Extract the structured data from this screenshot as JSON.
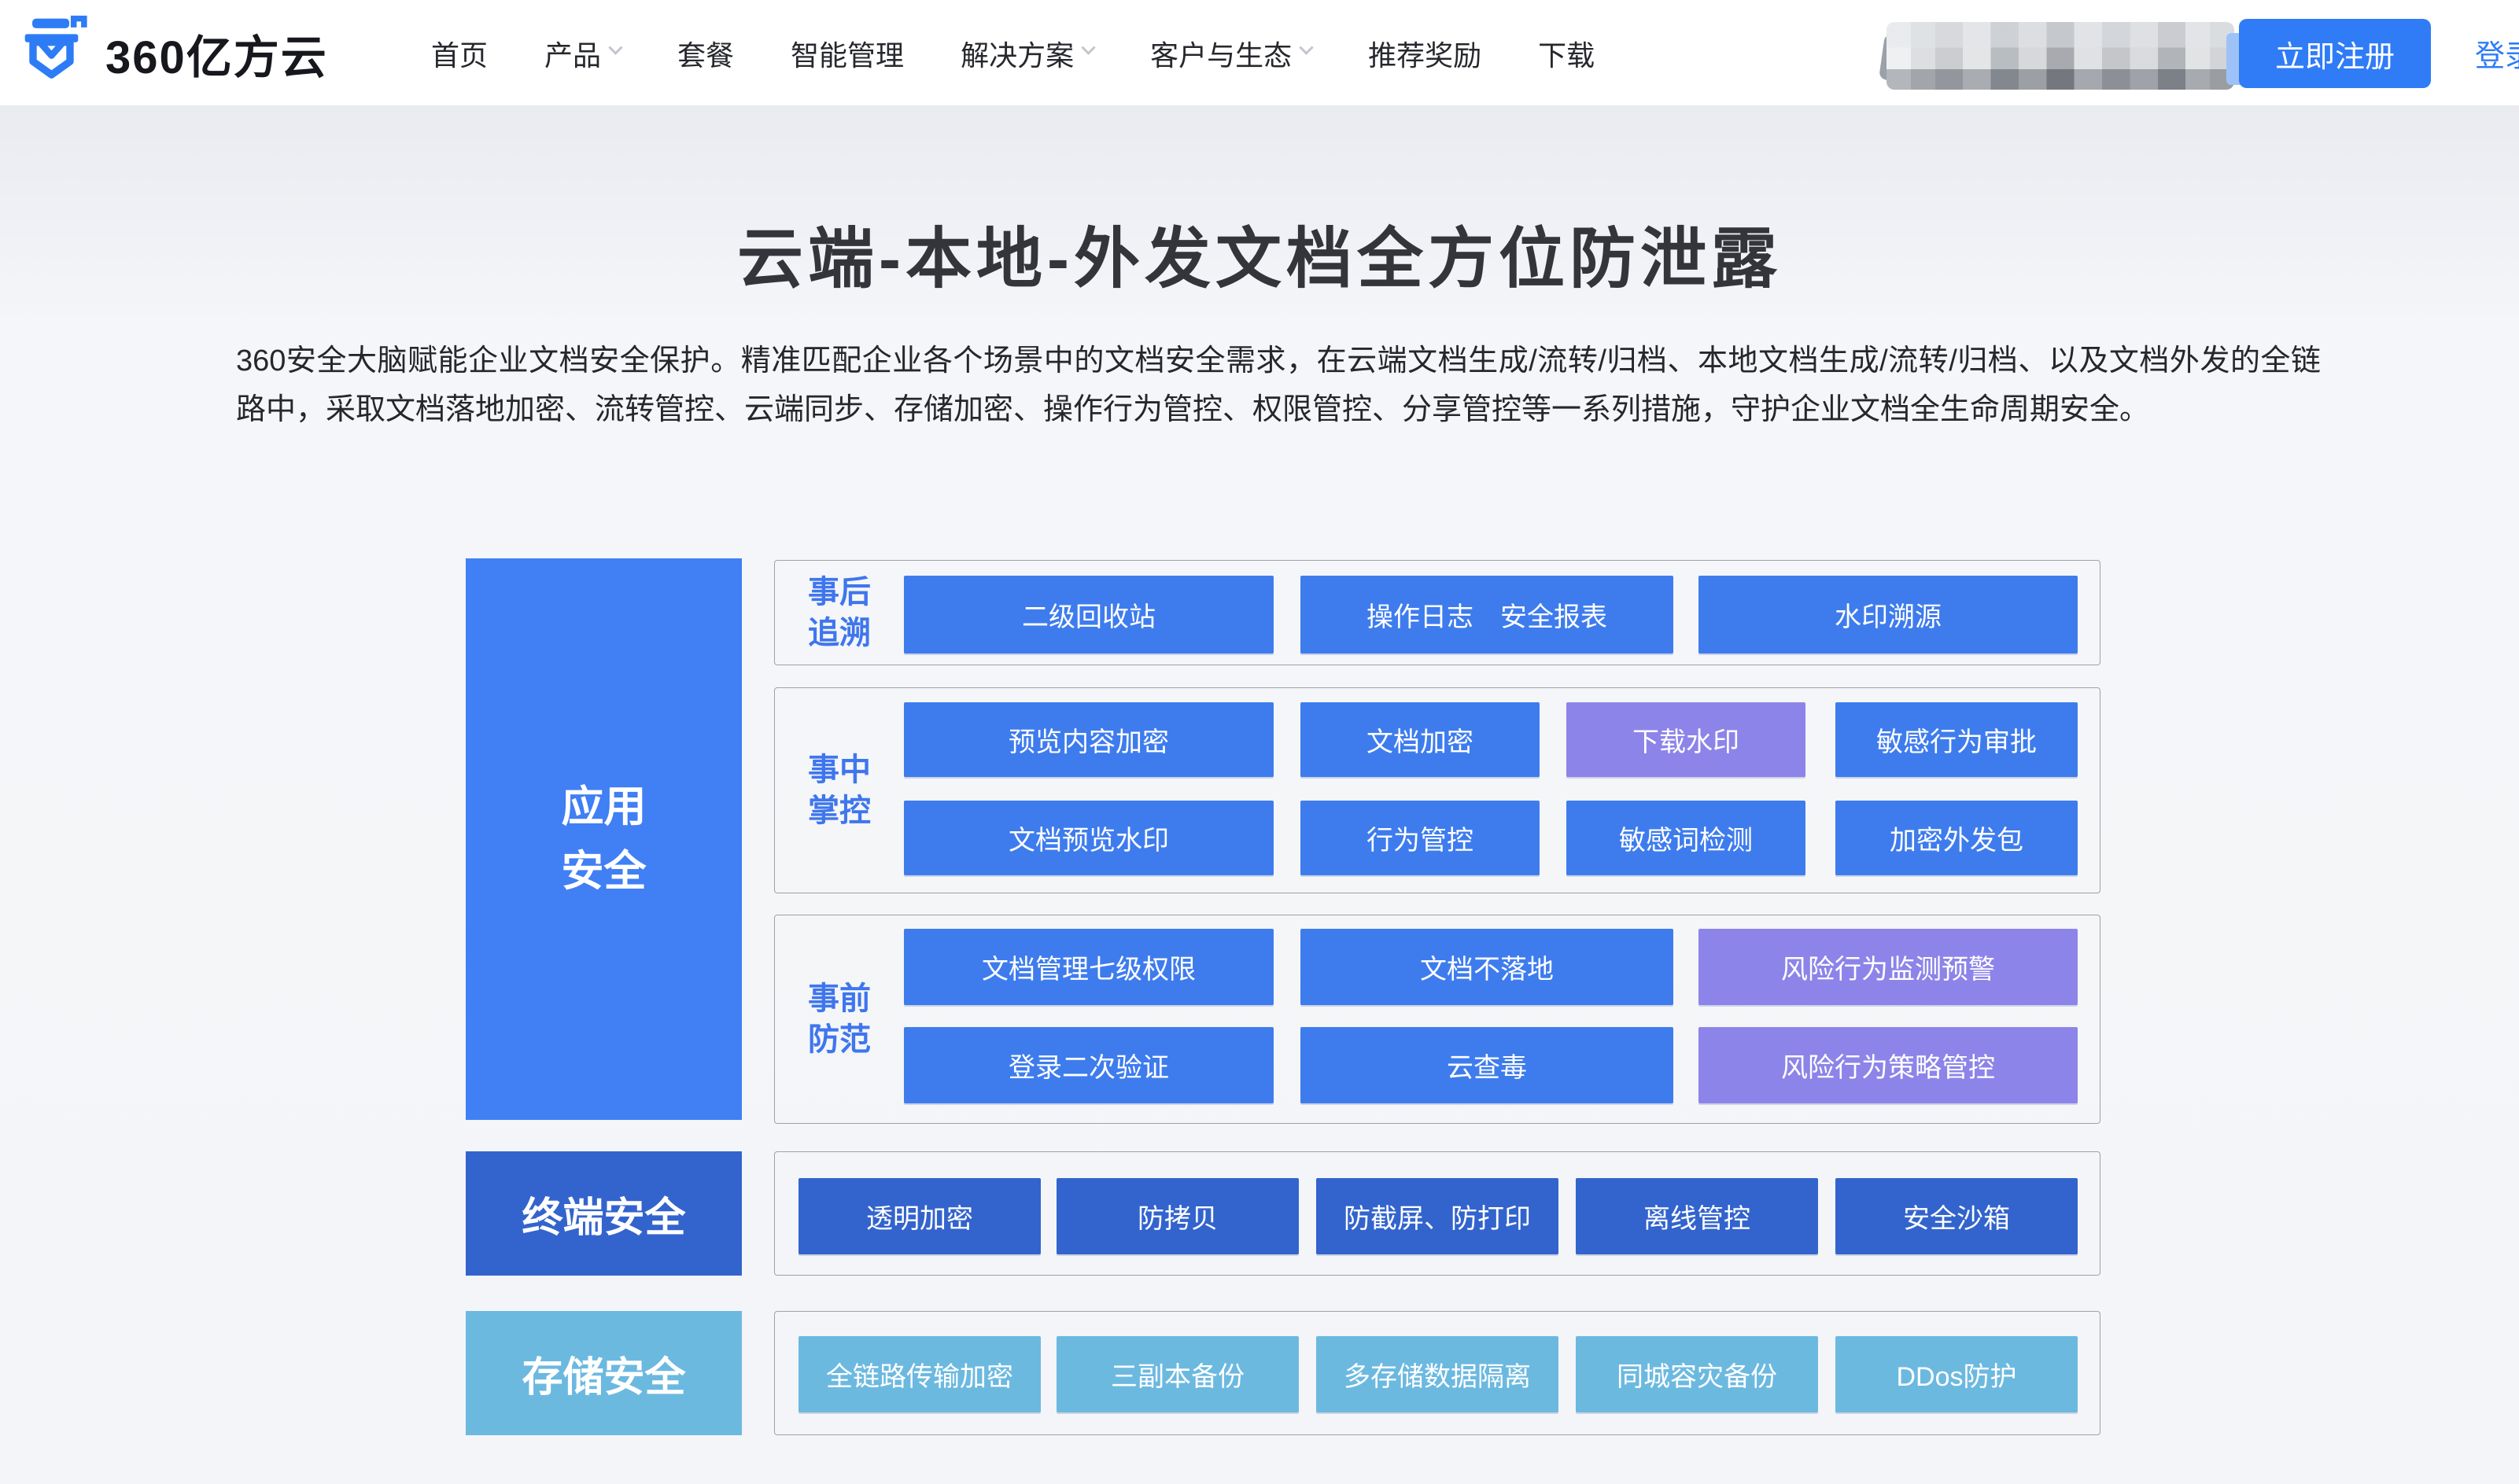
{
  "header": {
    "brand": "360亿方云",
    "nav": [
      {
        "label": "首页",
        "has_dropdown": false
      },
      {
        "label": "产品",
        "has_dropdown": true
      },
      {
        "label": "套餐",
        "has_dropdown": false
      },
      {
        "label": "智能管理",
        "has_dropdown": false
      },
      {
        "label": "解决方案",
        "has_dropdown": true
      },
      {
        "label": "客户与生态",
        "has_dropdown": true
      },
      {
        "label": "推荐奖励",
        "has_dropdown": false
      },
      {
        "label": "下载",
        "has_dropdown": false
      }
    ],
    "register_button": "立即注册",
    "login_link": "登录"
  },
  "hero": {
    "title": "云端-本地-外发文档全方位防泄露",
    "description": "360安全大脑赋能企业文档安全保护。精准匹配企业各个场景中的文档安全需求，在云端文档生成/流转/归档、本地文档生成/流转/归档、以及文档外发的全链路中，采取文档落地加密、流转管控、云端同步、存储加密、操作行为管控、权限管控、分享管控等一系列措施，守护企业文档全生命周期安全。"
  },
  "diagram": {
    "left_categories": [
      {
        "label": "应用安全",
        "lines": [
          "应用",
          "安全"
        ]
      },
      {
        "label": "终端安全"
      },
      {
        "label": "存储安全"
      }
    ],
    "groups": [
      {
        "label": "事后追溯",
        "label_lines": [
          "事后",
          "追溯"
        ],
        "boxes": [
          "二级回收站",
          "操作日志　安全报表",
          "水印溯源"
        ]
      },
      {
        "label": "事中掌控",
        "label_lines": [
          "事中",
          "掌控"
        ],
        "boxes": [
          "预览内容加密",
          "文档加密",
          "下载水印",
          "敏感行为审批",
          "文档预览水印",
          "行为管控",
          "敏感词检测",
          "加密外发包"
        ]
      },
      {
        "label": "事前防范",
        "label_lines": [
          "事前",
          "防范"
        ],
        "boxes": [
          "文档管理七级权限",
          "文档不落地",
          "风险行为监测预警",
          "登录二次验证",
          "云查毒",
          "风险行为策略管控"
        ]
      },
      {
        "boxes": [
          "透明加密",
          "防拷贝",
          "防截屏、防打印",
          "离线管控",
          "安全沙箱"
        ]
      },
      {
        "boxes": [
          "全链路传输加密",
          "三副本备份",
          "多存储数据隔离",
          "同城容灾备份",
          "DDos防护"
        ]
      }
    ]
  },
  "colors": {
    "primary_blue": "#3e7cee",
    "category_blue": "#407ff4",
    "deep_blue": "#3364cd",
    "light_blue": "#6cb9e0",
    "purple": "#8d84e9",
    "label_blue": "#3f76ed",
    "button_blue": "#2f7cf6",
    "page_background": "#f4f6f9"
  }
}
